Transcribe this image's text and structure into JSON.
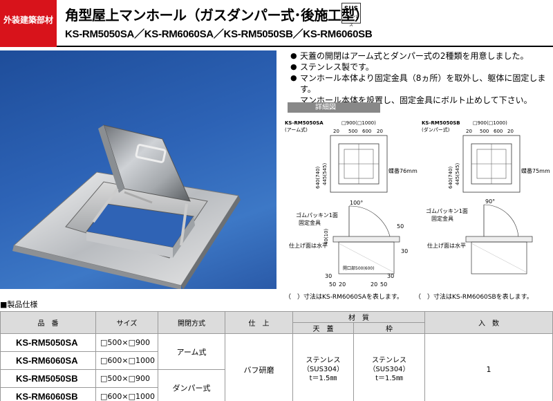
{
  "header": {
    "category": "外装建築部材",
    "title": "角型屋上マンホール（ガスダンパー式･後施工型）",
    "models": "KS-RM5050SA／KS-RM6060SA／KS-RM5050SB／KS-RM6060SB",
    "badge_line1": "SUS",
    "badge_line2": "ステンレス"
  },
  "features": [
    "天蓋の開閉はアーム式とダンパー式の2種類を用意しました。",
    "ステンレス製です。",
    "マンホール本体より固定金具（8ヵ所）を取外し、躯体に固定します。"
  ],
  "feature_continuation": "マンホール本体を設置し、固定金具にボルト止めして下さい。",
  "detail": {
    "label": "詳細図",
    "left": {
      "model": "KS-RM5050SA",
      "type": "(アーム式)",
      "outer": "□900(□1000)",
      "dims_top": [
        "20",
        "500",
        "600",
        "20"
      ],
      "side_outer": "640(740)",
      "side_inner": "445(545)",
      "hinge": "蝶番76mm",
      "angle": "100°",
      "gasket": "ゴムパッキン1面",
      "bracket": "固定金具",
      "finish": "仕上げ面は水平",
      "opening": "開口部500(600)",
      "bottom_dims": [
        "30",
        "50",
        "20",
        "20",
        "50",
        "30",
        "50",
        "30",
        "40(10)"
      ],
      "note": "（　）寸法はKS-RM6060SAを表します。"
    },
    "right": {
      "model": "KS-RM5050SB",
      "type": "(ダンパー式)",
      "outer": "□900(□1000)",
      "dims_top": [
        "20",
        "500",
        "600",
        "20"
      ],
      "side_outer": "640(740)",
      "side_inner": "445(545)",
      "hinge": "蝶番75mm",
      "angle": "90°",
      "gasket": "ゴムパッキン1面",
      "bracket": "固定金具",
      "finish": "仕上げ面は水平",
      "note": "（　）寸法はKS-RM6060SBを表します。"
    }
  },
  "spec": {
    "title": "■製品仕様",
    "headers": {
      "product": "品　番",
      "size": "サイズ",
      "mechanism": "開閉方式",
      "finish": "仕　上",
      "material": "材　質",
      "lid": "天　蓋",
      "frame": "枠",
      "quantity": "入　数"
    },
    "rows": [
      {
        "model": "KS-RM5050SA",
        "size": "□500×□900"
      },
      {
        "model": "KS-RM6060SA",
        "size": "□600×□1000"
      },
      {
        "model": "KS-RM5050SB",
        "size": "□500×□900"
      },
      {
        "model": "KS-RM6060SB",
        "size": "□600×□1000"
      }
    ],
    "mechanism_arm": "アーム式",
    "mechanism_damper": "ダンパー式",
    "finish_value": "バフ研磨",
    "lid_value": [
      "ステンレス",
      "（SUS304）",
      "t＝1.5㎜"
    ],
    "frame_value": [
      "ステンレス",
      "（SUS304）",
      "t＝1.5㎜"
    ],
    "quantity_value": "1"
  }
}
